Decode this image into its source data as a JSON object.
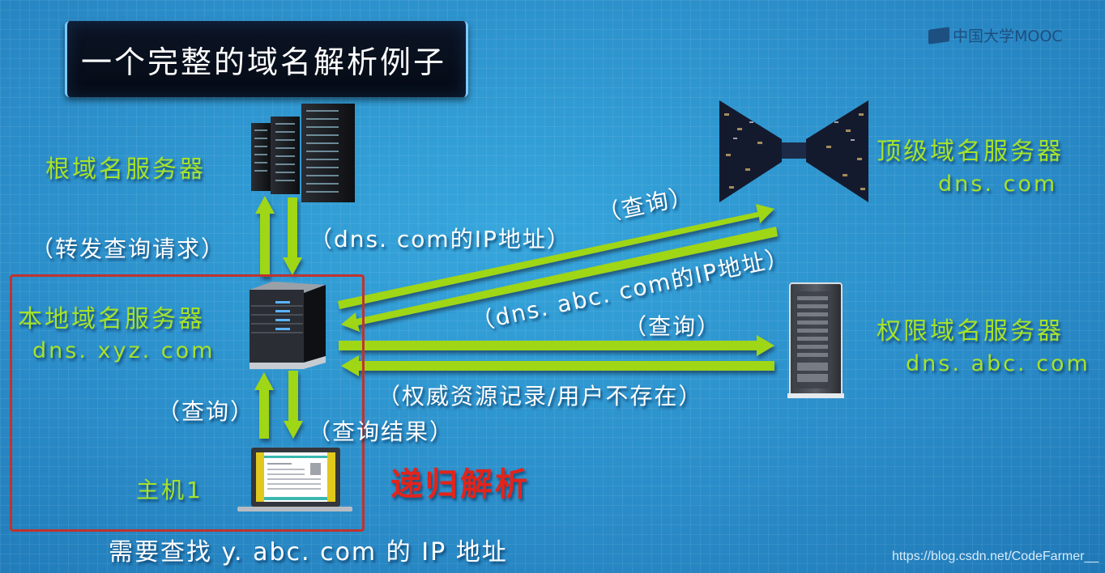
{
  "title": "一个完整的域名解析例子",
  "logo": {
    "text": "中国大学MOOC",
    "icon": "mooc-logo-icon"
  },
  "watermark": "https://blog.csdn.net/CodeFarmer__",
  "nodes": {
    "root_server": {
      "label": "根域名服务器",
      "icon": "server-rack-cluster-icon"
    },
    "tld_server": {
      "label": "顶级域名服务器",
      "domain": "dns. com",
      "icon": "datacenter-corridor-icon"
    },
    "auth_server": {
      "label": "权限域名服务器",
      "domain": "dns. abc. com",
      "icon": "server-cabinet-icon"
    },
    "local_server": {
      "label": "本地域名服务器",
      "domain": "dns. xyz. com",
      "icon": "server-box-icon"
    },
    "host": {
      "label": "主机1",
      "icon": "laptop-icon"
    }
  },
  "edges": {
    "local_to_root": "（转发查询请求）",
    "root_to_local": "（dns. com的IP地址）",
    "local_to_tld": "（查询）",
    "tld_to_local": "（dns. abc. com的IP地址）",
    "local_to_auth": "（查询）",
    "auth_to_local": "（权威资源记录/用户不存在）",
    "host_to_local": "（查询）",
    "local_to_host": "（查询结果）"
  },
  "mode_label": "递归解析",
  "task": "需要查找 y. abc. com 的 IP 地址",
  "colors": {
    "background": "#2e93cf",
    "arrow": "#9fd614",
    "node_label": "#a6e22a",
    "highlight_box": "#c0332e",
    "mode_label": "#e2241b"
  }
}
